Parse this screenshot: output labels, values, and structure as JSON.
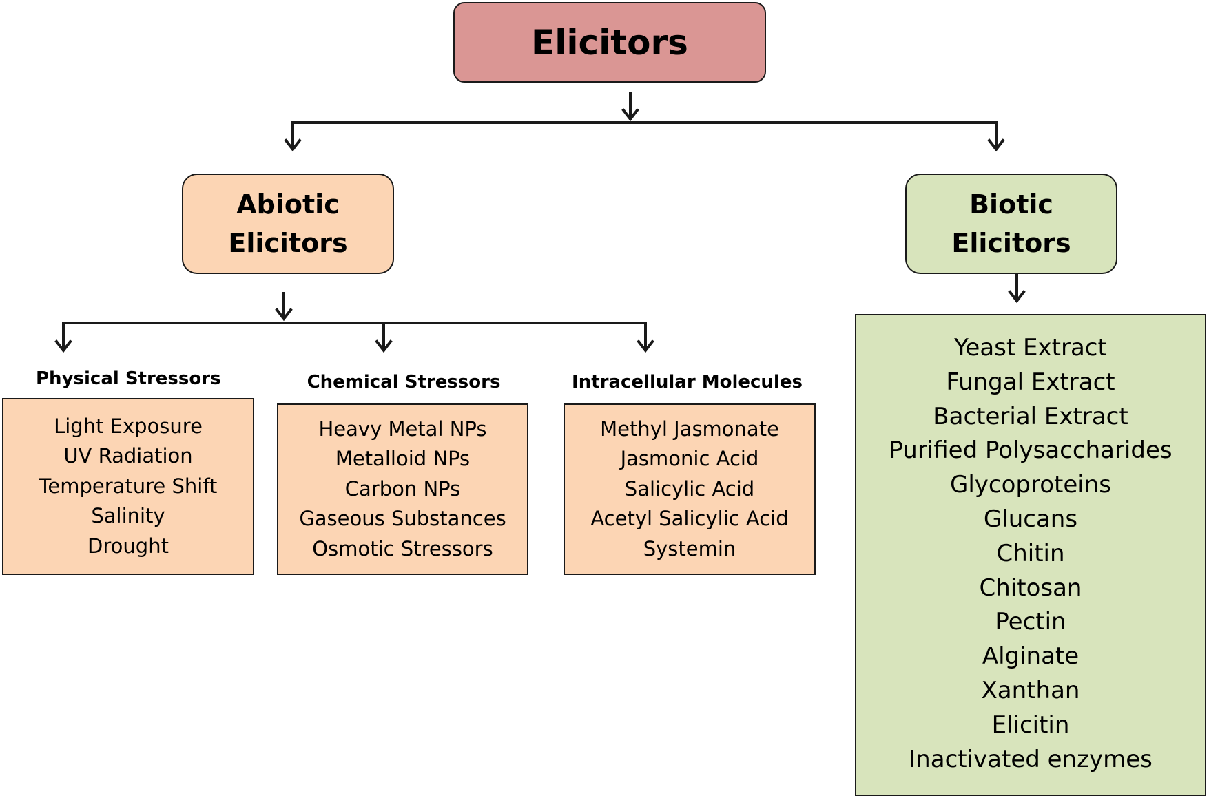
{
  "root": {
    "label": "Elicitors"
  },
  "abiotic": {
    "label_line1": "Abiotic",
    "label_line2": "Elicitors",
    "groups": [
      {
        "title": "Physical Stressors",
        "items": [
          "Light Exposure",
          "UV Radiation",
          "Temperature Shift",
          "Salinity",
          "Drought"
        ]
      },
      {
        "title": "Chemical Stressors",
        "items": [
          "Heavy Metal NPs",
          "Metalloid NPs",
          "Carbon NPs",
          "Gaseous Substances",
          "Osmotic Stressors"
        ]
      },
      {
        "title": "Intracellular Molecules",
        "items": [
          "Methyl Jasmonate",
          "Jasmonic Acid",
          "Salicylic Acid",
          "Acetyl Salicylic Acid",
          "Systemin"
        ]
      }
    ]
  },
  "biotic": {
    "label_line1": "Biotic",
    "label_line2": "Elicitors",
    "items": [
      "Yeast Extract",
      "Fungal Extract",
      "Bacterial Extract",
      "Purified Polysaccharides",
      "Glycoproteins",
      "Glucans",
      "Chitin",
      "Chitosan",
      "Pectin",
      "Alginate",
      "Xanthan",
      "Elicitin",
      "Inactivated enzymes"
    ]
  },
  "colors": {
    "root_fill": "#da9694",
    "abiotic_fill": "#fcd5b4",
    "biotic_fill": "#d8e4bc",
    "line": "#1a1a1a"
  }
}
